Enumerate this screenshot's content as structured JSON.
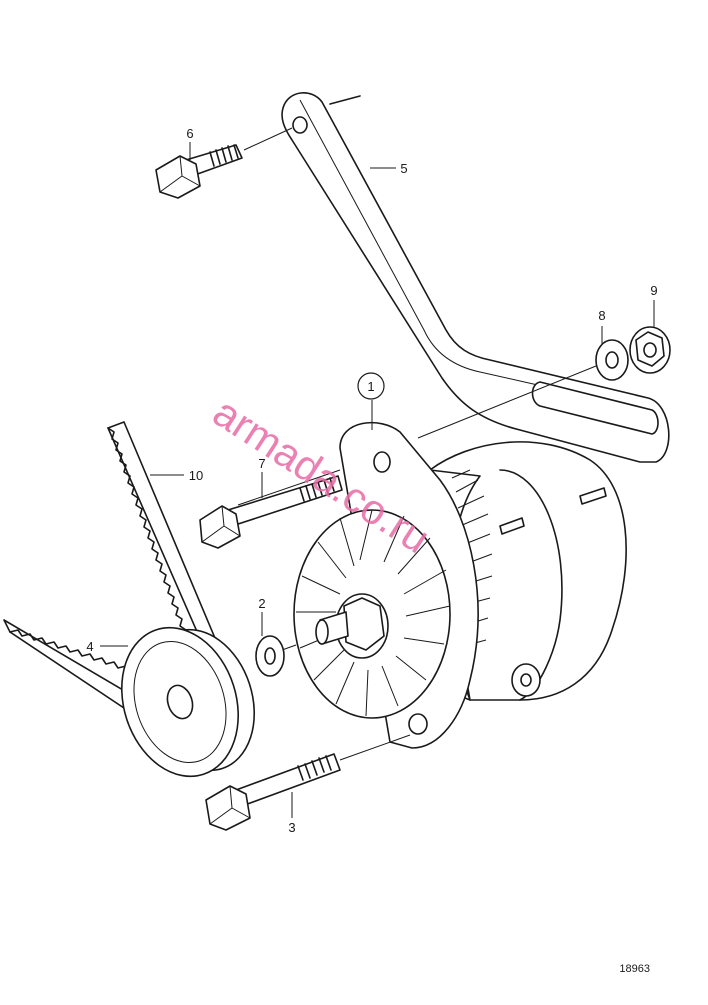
{
  "diagram": {
    "labels": {
      "p1": "1",
      "p2": "2",
      "p3": "3",
      "p4": "4",
      "p5": "5",
      "p6": "6",
      "p7": "7",
      "p8": "8",
      "p9": "9",
      "p10": "10"
    },
    "watermark": "armada.co.ru",
    "drawing_number": "18963"
  },
  "colors": {
    "line": "#1a1a1a",
    "watermark": "#e86aa6",
    "background": "#ffffff"
  }
}
